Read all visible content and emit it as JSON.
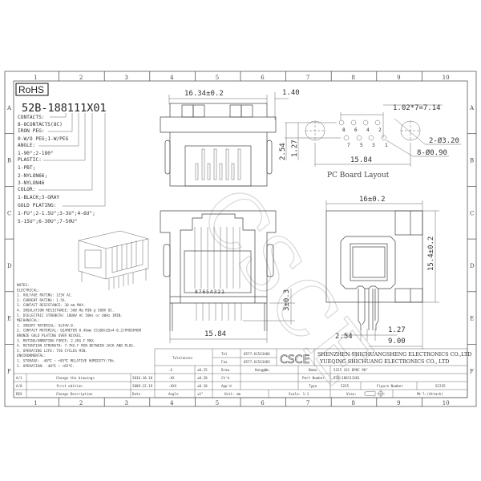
{
  "frame": {
    "columns": [
      "1",
      "2",
      "3",
      "4",
      "5",
      "6",
      "7",
      "8",
      "9",
      "10"
    ],
    "rows": [
      "A",
      "B",
      "C",
      "D",
      "E",
      "F"
    ]
  },
  "rohs": "RoHS",
  "watermark": "CSCE",
  "part_code": {
    "number": "52B-188111X01",
    "lines": [
      "CONTACTS:",
      "8-8CONTACTS(8C)",
      "IRON PEG:",
      "0-W/O PEG;1-W/PEG",
      "ANGLE:",
      "1-90°;2-180°",
      "PLASTIC:",
      "1-PBT;",
      "2-NYLON66;",
      "3-NYLON46",
      "COLOR:",
      "1-BLACK;3-GRAY",
      "GOLD PLATING:",
      "1-FU\";2-1.5U\";3-3U\";4-6U\";",
      "5-15U\";6-30U\";7-50U\""
    ]
  },
  "notes": {
    "lines": [
      "NOTES:",
      "ELECTRICAL:",
      "1. VOLTAGE RATING: 125V AC.",
      "2. CURRENT RATING: 1.5A.",
      "3. CONTACT RESISTANCE: 30 mΩ MAX.",
      "4. INSULATION RESISTANCE: 500 MΩ MIN @ 500V DC.",
      "5. DIELECTRIC STRENGTH: 1000V AC 50Hz or 60Hz 1MIN.",
      "MECHANICAL:",
      "1. INSERT MATERIAL: UL94V-0.",
      "2. CONTACT MATERIAL: DIAMETER 0.46mm C5100(QSn4-0.2)PHOSPHOR",
      "                   BRONZE GOLD PLATING OVER NICKEL.",
      "3. MATING/UNMATING FORCE: 2.2KG.F MAX.",
      "4. RETENTION STRENGTH: 7.7KG.F MIN BETWEEN JACK AND PLUG.",
      "5. OPERATING LIFE: 750 CYCLES MIN.",
      "ENVIRONMENTAL:",
      "1. STORAGE: -40℃ ~ +85℃ RELATIVE HUMIDITY:70%.",
      "2. OPERATION: -40℃ ~ +85℃."
    ]
  },
  "dimensions": {
    "top_width": "16.34±0.2",
    "offset": "1.40",
    "pitch": "1.02*7=7.14",
    "mount_holes": "2-Ø3.20",
    "pin_holes": "8-Ø0.90",
    "row_pitch": "2.54",
    "half_pitch": "1.27",
    "hole_span": "15.84",
    "pcb_title": "PC Board Layout",
    "pcb_top_pins": [
      "8",
      "6",
      "4",
      "2"
    ],
    "pcb_bottom_pins": [
      "7",
      "5",
      "3",
      "1"
    ],
    "front_pins": "87654321",
    "pin_length": "3±0.3",
    "front_width": "15.84",
    "side_width": "16±0.2",
    "side_height": "15.4±0.2",
    "side_pitch": "2.54",
    "side_half": "1.27",
    "side_depth": "9.00"
  },
  "title_block": {
    "tolerances_label": "Tolerances",
    "tolerances": [
      {
        "k": ".X",
        "v": "±0.25"
      },
      {
        "k": ".XX",
        "v": "±0.20"
      },
      {
        "k": ".XXX",
        "v": "±0.10"
      },
      {
        "k": "Angle",
        "v": "±1°"
      }
    ],
    "tel_label": "Tel",
    "tel": "0577-61523466",
    "fax_label": "Fax",
    "fax": "0577-61523483",
    "logo": "CSCE",
    "company_1": "SHENZHEN SHICHUANGSHENG ELECTRONICS CO.,LTD",
    "company_2": "YUEQING SHICHUANG ELECTRONICS CO., LTD",
    "draw_label": "Draw",
    "drawer": "Hong@Wu",
    "check_label": "Ch'k",
    "approve_label": "App'd",
    "name_label": "Name",
    "name": "5225 1X1 8P8C 90°",
    "part_number_label": "Part Number",
    "part_number": "52B-188111X01",
    "type_label": "Type",
    "type": "5225",
    "figure_label": "Figure Number",
    "figure": "SC235",
    "unit": "Unit: mm",
    "scale": "Scale: 1:1",
    "view_label": "View:",
    "material": "Mt'l:(Attach)",
    "revisions": [
      {
        "rev": "A/1",
        "desc": "Change the drawings",
        "date": "2016.10.10"
      },
      {
        "rev": "A/0",
        "desc": "first edition",
        "date": "2009.12.19"
      },
      {
        "rev": "REV",
        "desc": "Change Description",
        "date": "Date"
      }
    ]
  }
}
